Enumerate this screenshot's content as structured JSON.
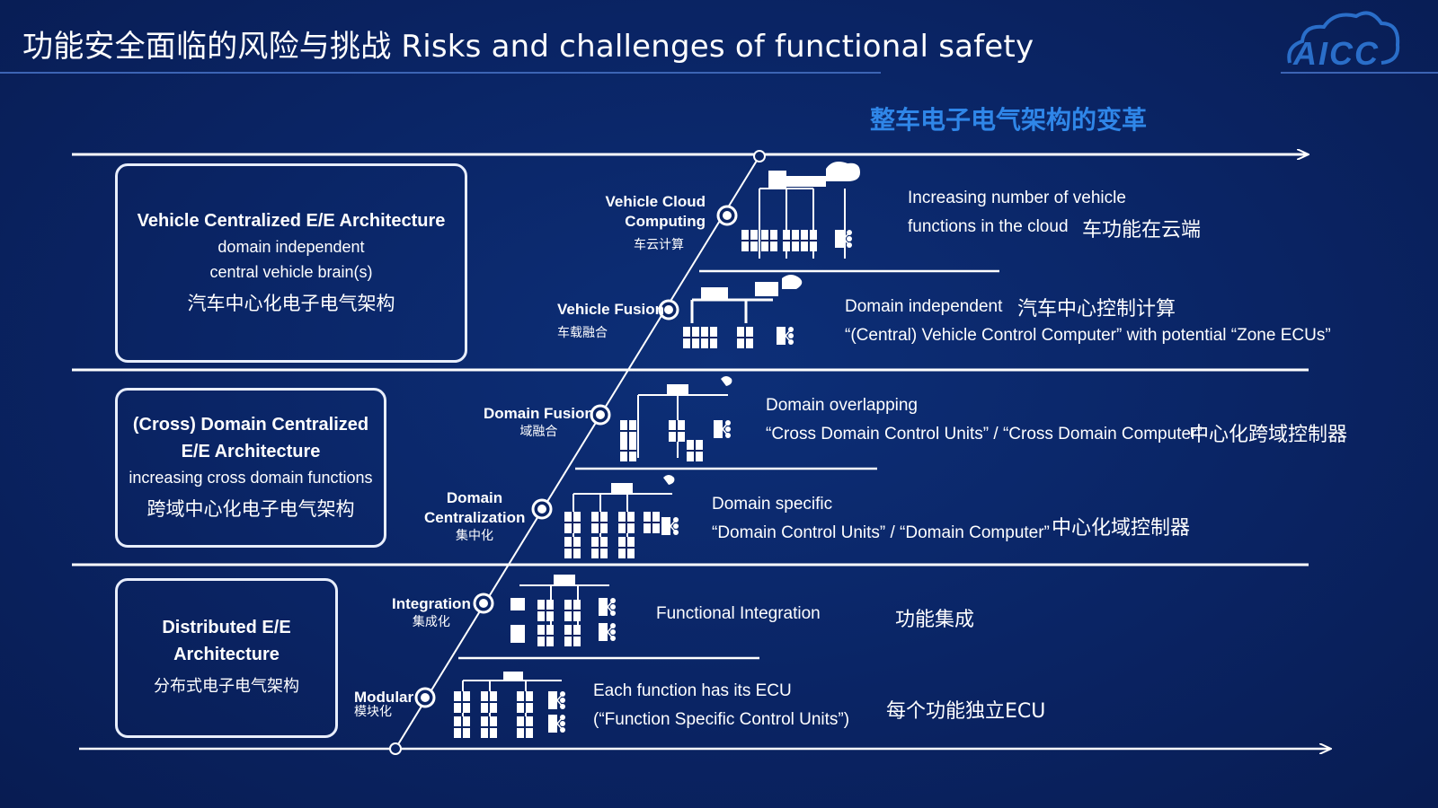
{
  "title": "功能安全面临的风险与挑战  Risks and challenges of functional safety",
  "logo_text": "AICC",
  "subheading": "整车电子电气架构的变革",
  "colors": {
    "background": "#0a2464",
    "accent": "#2f86e8",
    "line": "#e8eefc"
  },
  "boxes": {
    "vehicle": {
      "en_title": "Vehicle Centralized E/E Architecture",
      "en_line2": "domain independent",
      "en_line3": "central vehicle brain(s)",
      "cn": "汽车中心化电子电气架构"
    },
    "cross": {
      "en_title": "(Cross) Domain Centralized E/E Architecture",
      "en_line2": "increasing cross domain functions",
      "cn": "跨域中心化电子电气架构"
    },
    "distributed": {
      "en_title": "Distributed E/E Architecture",
      "cn": "分布式电子电气架构"
    }
  },
  "stages": {
    "cloud": {
      "en": "Vehicle Cloud Computing",
      "cn": "车云计算"
    },
    "fusion": {
      "en": "Vehicle Fusion",
      "cn": "车载融合"
    },
    "domain_fusion": {
      "en": "Domain Fusion",
      "cn": "域融合"
    },
    "domain_central": {
      "en": "Domain Centralization",
      "cn": "集中化"
    },
    "integration": {
      "en": "Integration",
      "cn": "集成化"
    },
    "modular": {
      "en": "Modular",
      "cn": "模块化"
    }
  },
  "descriptions": {
    "cloud": {
      "line1": "Increasing number of vehicle",
      "line2": "functions in the cloud",
      "cn": "车功能在云端"
    },
    "fusion": {
      "line1": "Domain independent",
      "line2": "“(Central) Vehicle Control Computer” with potential “Zone ECUs”",
      "cn": "汽车中心控制计算"
    },
    "domain_fusion": {
      "line1": "Domain overlapping",
      "line2": "“Cross Domain Control Units” / “Cross Domain Computer”",
      "cn": "中心化跨域控制器"
    },
    "domain_central": {
      "line1": "Domain specific",
      "line2": "“Domain Control Units” / “Domain Computer”",
      "cn": "中心化域控制器"
    },
    "integration": {
      "line1": "Functional Integration",
      "cn": "功能集成"
    },
    "modular": {
      "line1": "Each function has its ECU",
      "line2": "(“Function Specific Control Units”)",
      "cn": "每个功能独立ECU"
    }
  }
}
